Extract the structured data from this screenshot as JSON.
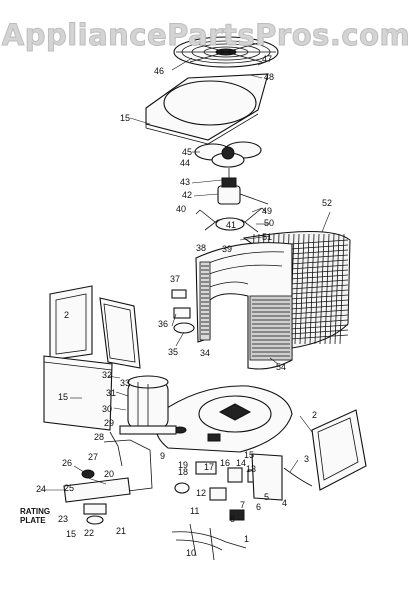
{
  "watermark": "AppliancePartsPros.com",
  "callouts": [
    "46",
    "47",
    "48",
    "15",
    "45",
    "44",
    "43",
    "42",
    "49",
    "40",
    "50",
    "41",
    "51",
    "39",
    "52",
    "38",
    "37",
    "36",
    "35",
    "34",
    "54",
    "2",
    "32",
    "33",
    "15",
    "31",
    "30",
    "29",
    "28",
    "27",
    "26",
    "25",
    "24",
    "20",
    "9",
    "19",
    "18",
    "17",
    "16",
    "14",
    "15",
    "13",
    "12",
    "11",
    "8",
    "7",
    "6",
    "5",
    "4",
    "3",
    "2",
    "10",
    "1",
    "21",
    "22",
    "23",
    "15"
  ],
  "rating_plate_line1": "RATING",
  "rating_plate_line2": "PLATE"
}
